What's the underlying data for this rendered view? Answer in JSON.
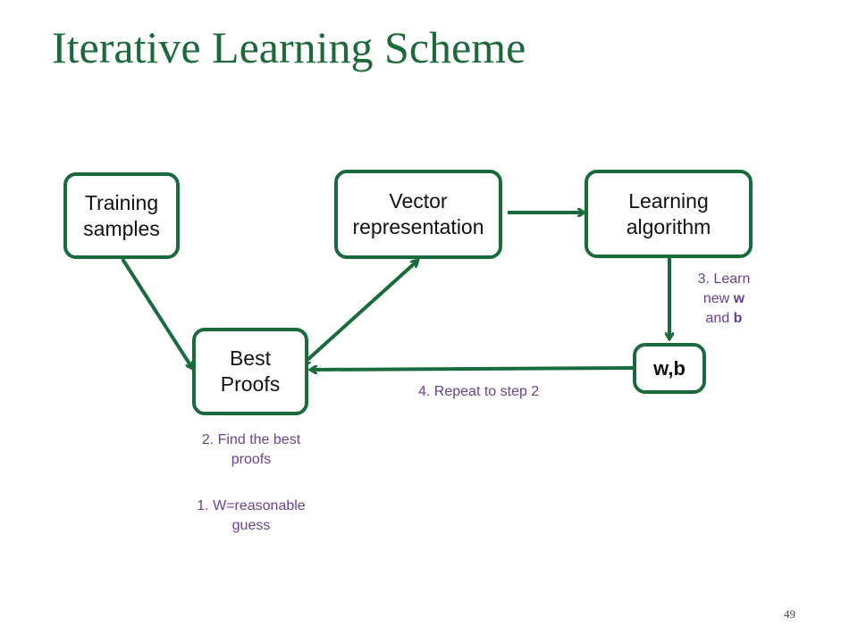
{
  "title": "Iterative Learning Scheme",
  "nodes": {
    "training": "Training\nsamples",
    "vector": "Vector\nrepresentation",
    "learning": "Learning\nalgorithm",
    "best": "Best\nProofs",
    "wb": "w,b"
  },
  "notes": {
    "step2": "2. Find the best\nproofs",
    "step1": "1. W=reasonable\nguess",
    "step4": "4. Repeat to step 2",
    "step3": {
      "line1": "3. Learn",
      "line2a": "new ",
      "line2b": "w",
      "line3a": "and ",
      "line3b": "b"
    }
  },
  "page_number": "49",
  "colors": {
    "title": "#1c6a3a",
    "box_border": "#1a6b3c",
    "arrow": "#1a6b3c",
    "note": "#6b3f93"
  }
}
